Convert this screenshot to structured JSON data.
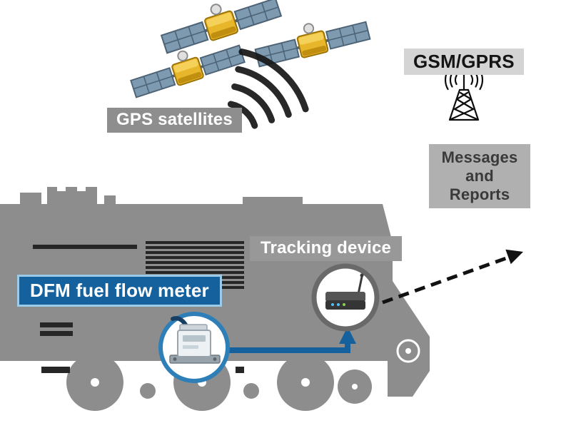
{
  "diagram": {
    "labels": {
      "gps_satellites": "GPS satellites",
      "gsm_gprs": "GSM/GPRS",
      "messages_reports": "Messages\nand\nReports",
      "tracking_device": "Tracking device",
      "dfm_fuel_flow_meter": "DFM fuel flow meter"
    },
    "icons": {
      "satellite": "gps-satellite-icon",
      "signal_waves": "signal-waves-icon",
      "gsm_tower": "gsm-tower-icon",
      "tracking_device": "tracking-device-icon",
      "fuel_flow_meter": "fuel-flow-meter-icon",
      "locomotive": "locomotive-silhouette",
      "blue_arrow": "fuel-data-arrow",
      "dashed_arrow": "wireless-transmission-arrow"
    },
    "colors": {
      "background": "#ffffff",
      "gray_label_bg": "#8e8e8e",
      "light_label_bg": "#d4d4d4",
      "messages_label_bg": "#b0b0b0",
      "dfm_label_bg": "#15619e",
      "dfm_label_border": "#9ccbe9",
      "dfm_ring_blue": "#2e7fb8",
      "arrow_blue": "#15619e",
      "dashed_arrow_black": "#121212",
      "locomotive_gray": "#8d8d8d",
      "detail_dark": "#262626",
      "satellite_gold": "#e8b62a",
      "satellite_panel_blue": "#7d9ab0",
      "tracking_ring_gray": "#696969"
    }
  }
}
